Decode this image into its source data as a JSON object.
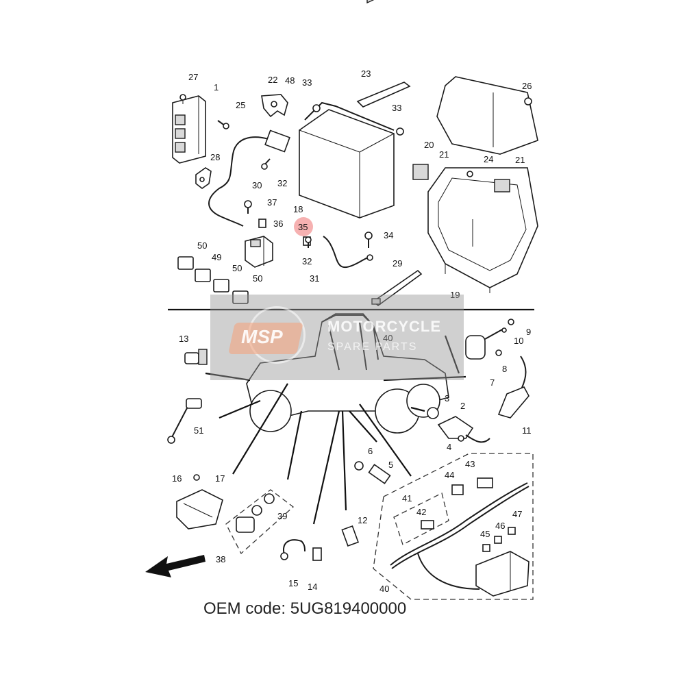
{
  "labels": {
    "p1": "1",
    "p2": "2",
    "p3": "3",
    "p4": "4",
    "p5": "5",
    "p6": "6",
    "p7": "7",
    "p8": "8",
    "p9": "9",
    "p10": "10",
    "p11": "11",
    "p12": "12",
    "p13": "13",
    "p14": "14",
    "p15": "15",
    "p16": "16",
    "p17": "17",
    "p18": "18",
    "p19": "19",
    "p20": "20",
    "p21a": "21",
    "p21b": "21",
    "p22": "22",
    "p23": "23",
    "p24": "24",
    "p25": "25",
    "p26": "26",
    "p27": "27",
    "p28": "28",
    "p29": "29",
    "p30": "30",
    "p31": "31",
    "p32a": "32",
    "p32b": "32",
    "p33a": "33",
    "p33b": "33",
    "p34": "34",
    "p35": "35",
    "p36": "36",
    "p37": "37",
    "p38": "38",
    "p39": "39",
    "p40a": "40",
    "p40b": "40",
    "p41": "41",
    "p42": "42",
    "p43": "43",
    "p44": "44",
    "p45": "45",
    "p46": "46",
    "p47": "47",
    "p48": "48",
    "p49": "49",
    "p50a": "50",
    "p50b": "50",
    "p50c": "50",
    "p51": "51"
  },
  "highlighted_part": "35",
  "highlight_color": "#f4a3a3",
  "watermark": {
    "badge": "MSP",
    "line1": "MOTORCYCLE",
    "line2": "SPARE PARTS"
  },
  "footer": {
    "oem_code": "OEM code: 5UG819400000"
  }
}
